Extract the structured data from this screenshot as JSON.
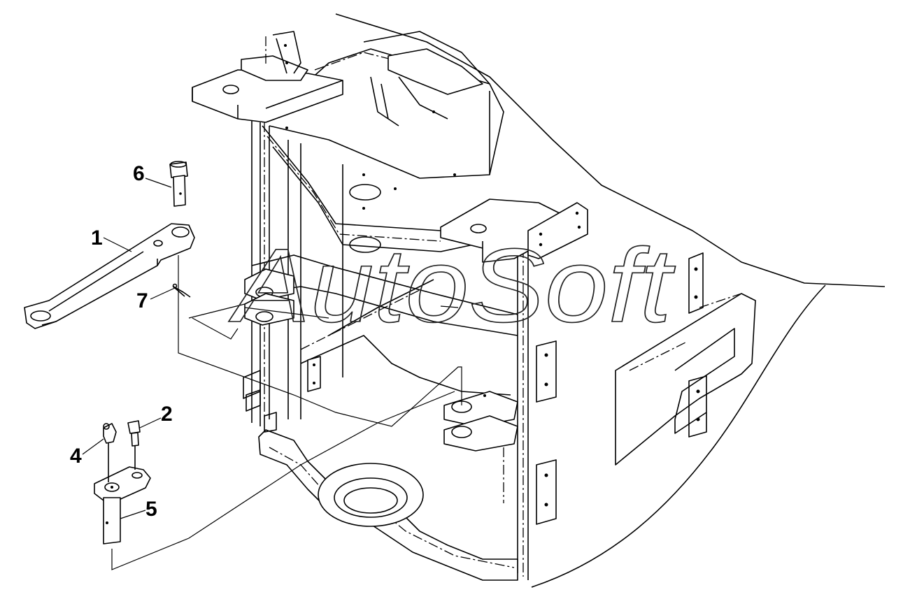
{
  "watermark": {
    "text": "AutoSoft"
  },
  "callouts": [
    {
      "id": "part-1",
      "label": "1"
    },
    {
      "id": "part-2",
      "label": "2"
    },
    {
      "id": "part-4",
      "label": "4"
    },
    {
      "id": "part-5",
      "label": "5"
    },
    {
      "id": "part-6",
      "label": "6"
    },
    {
      "id": "part-7",
      "label": "7"
    }
  ],
  "colors": {
    "line": "#000000",
    "background": "#ffffff"
  }
}
